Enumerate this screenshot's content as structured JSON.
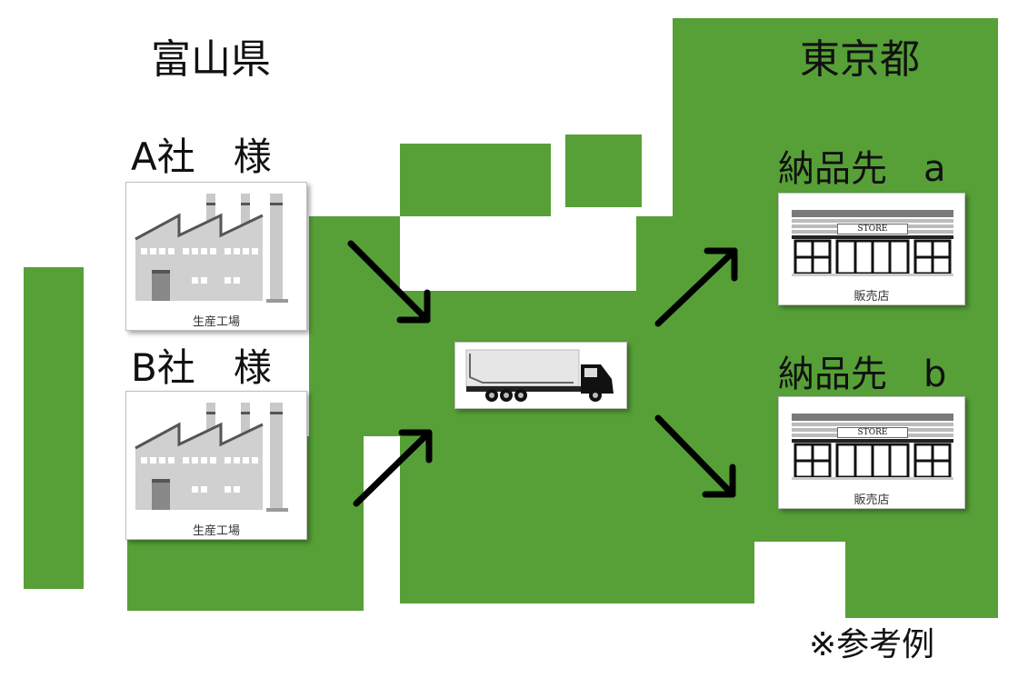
{
  "colors": {
    "land": "#56a037",
    "arrow": "#000000",
    "factory": "#c9c9c9",
    "store": "#7a7a7a"
  },
  "labels": {
    "toyama": "富山県",
    "tokyo": "東京都",
    "company_a": "A社　様",
    "company_b": "B社　様",
    "destination_a": "納品先　a",
    "destination_b": "納品先　b",
    "note": "※参考例"
  },
  "factories": [
    {
      "caption": "生産工場"
    },
    {
      "caption": "生産工場"
    }
  ],
  "stores": [
    {
      "sign": "STORE",
      "caption": "販売店"
    },
    {
      "sign": "STORE",
      "caption": "販売店"
    }
  ],
  "icons": {
    "factory": "factory-icon",
    "truck": "truck-icon",
    "store": "store-icon",
    "arrow": "arrow-icon"
  }
}
